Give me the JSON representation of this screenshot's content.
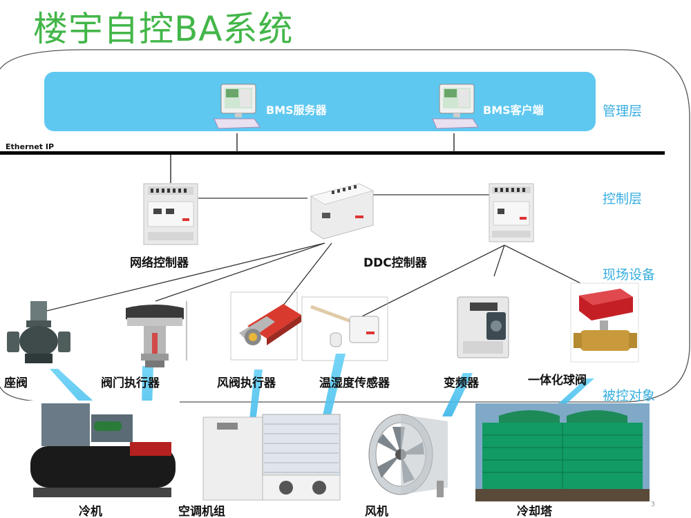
{
  "slide": {
    "title": "楼宇自控BA系统",
    "page_number": "3"
  },
  "network": {
    "ethernet_label": "Ethernet IP"
  },
  "management": {
    "server_label": "BMS服务器",
    "client_label": "BMS客户端"
  },
  "layers": {
    "management": "管理层",
    "control": "控制层",
    "field": "现场设备",
    "controlled": "被控对象"
  },
  "controllers": {
    "network_controller": "网络控制器",
    "ddc_controller": "DDC控制器"
  },
  "field_devices": {
    "seat_valve": "座阀",
    "valve_actuator": "阀门执行器",
    "damper_actuator": "风阀执行器",
    "th_sensor": "温湿度传感器",
    "vfd": "变频器",
    "ball_valve": "一体化球阀"
  },
  "equipment": {
    "chiller": "冷机",
    "ahu": "空调机组",
    "fan": "风机",
    "cooling_tower": "冷却塔"
  },
  "colors": {
    "title": "#43b649",
    "management_bar": "#5fc8f0",
    "layer_label": "#37aee0",
    "beam": "#4cc3ef"
  }
}
